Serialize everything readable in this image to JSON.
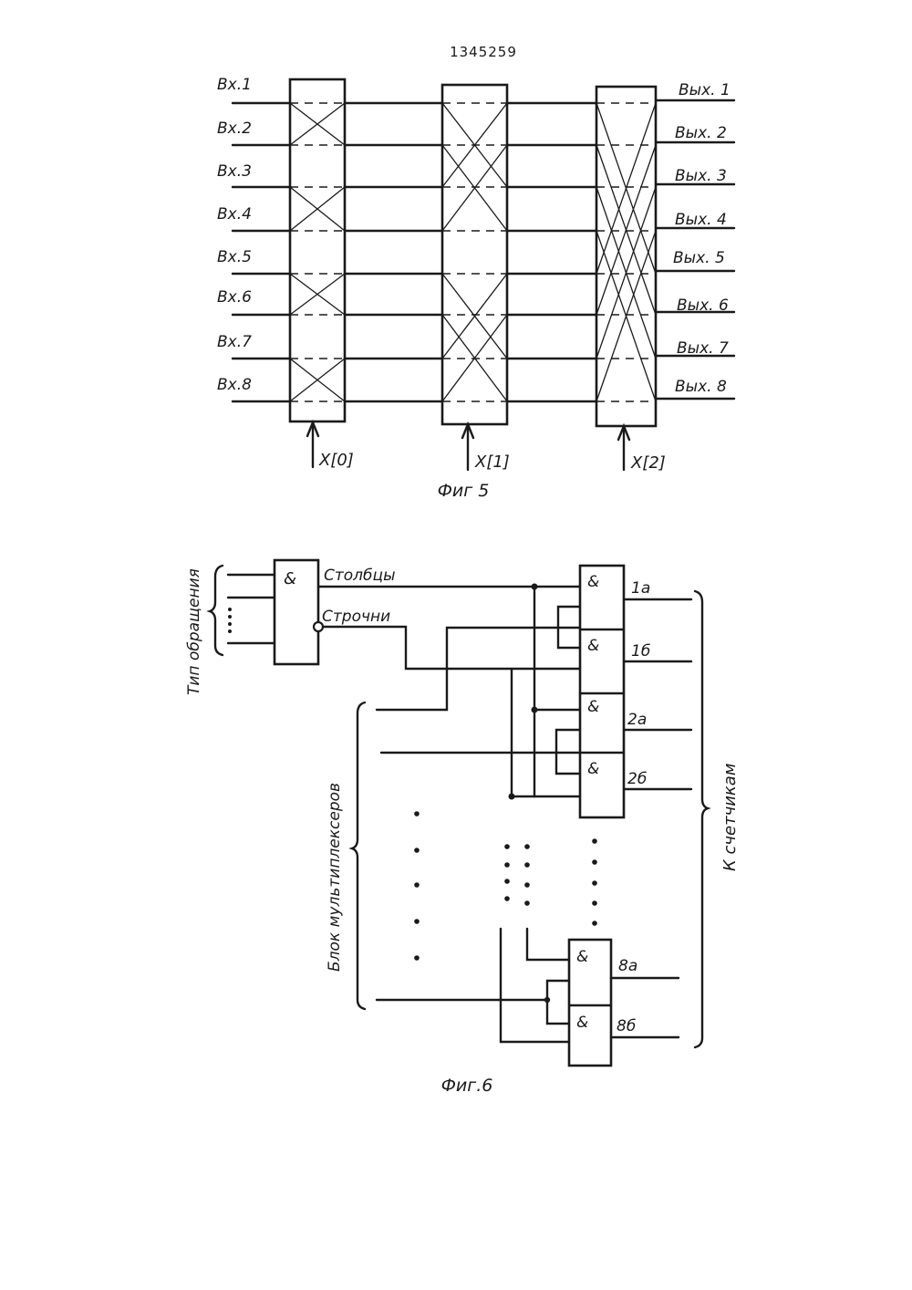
{
  "page": {
    "patent_number": "1345259"
  },
  "fig5": {
    "inputs": [
      "Вх.1",
      "Вх.2",
      "Вх.3",
      "Вх.4",
      "Вх.5",
      "Вх.6",
      "Вх.7",
      "Вх.8"
    ],
    "outputs": [
      "Вых. 1",
      "Вых. 2",
      "Вых. 3",
      "Вых. 4",
      "Вых. 5",
      "Вых. 6",
      "Вых. 7",
      "Вых. 8"
    ],
    "controls": [
      "X[0]",
      "X[1]",
      "X[2]"
    ],
    "caption": "Фиг 5"
  },
  "fig6": {
    "and_symbol": "&",
    "label_columns": "Столбцы",
    "label_rows": "Строчни",
    "label_access_type": "Тип обращения",
    "label_mux_block": "Блок мультиплексеров",
    "label_to_counters": "К счетчикам",
    "outputs": [
      "1a",
      "1б",
      "2a",
      "2б",
      "8a",
      "8б"
    ],
    "caption": "Фиг.6"
  }
}
